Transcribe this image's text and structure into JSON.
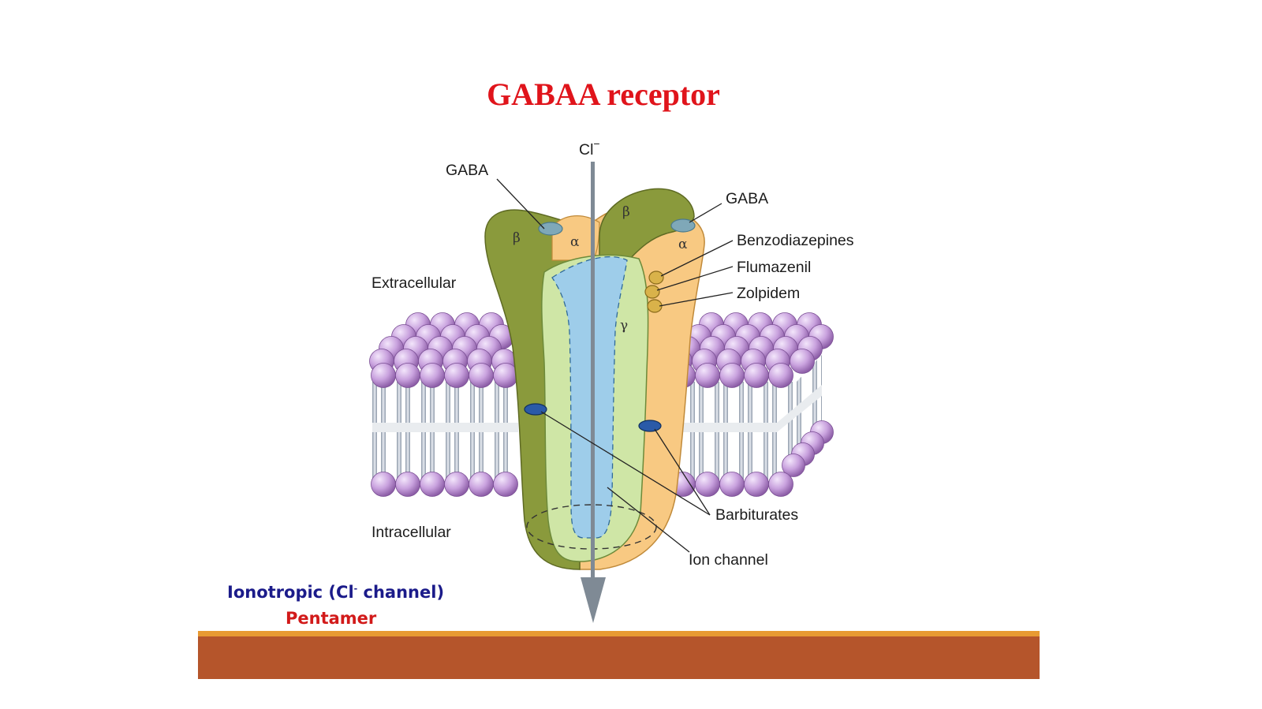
{
  "slide": {
    "title": "GABAA receptor",
    "caption_line1_prefix": "Ionotropic (Cl",
    "caption_line1_sup": "-",
    "caption_line1_suffix": " channel)",
    "caption_line2": "Pentamer",
    "title_color": "#e0141b",
    "footer_color": "#b5552b",
    "footer_accent": "#e89a32"
  },
  "diagram": {
    "ion_label": "Cl",
    "ion_charge": "−",
    "labels": {
      "gaba_left": "GABA",
      "gaba_right": "GABA",
      "benzodiazepines": "Benzodiazepines",
      "flumazenil": "Flumazenil",
      "zolpidem": "Zolpidem",
      "extracellular": "Extracellular",
      "intracellular": "Intracellular",
      "barbiturates": "Barbiturates",
      "ion_channel": "Ion channel"
    },
    "subunits": {
      "beta_left": "β",
      "alpha_left": "α",
      "beta_right": "β",
      "alpha_right": "α",
      "gamma": "γ"
    },
    "colors": {
      "beta_subunit": "#8a9a3c",
      "alpha_subunit": "#f8c982",
      "gamma_subunit": "#cfe6a6",
      "channel": "#9ecdea",
      "lipid_head": "#c8a0dc",
      "gaba_site": "#7fa8b8",
      "barbiturate_site": "#2a5aa8"
    }
  }
}
